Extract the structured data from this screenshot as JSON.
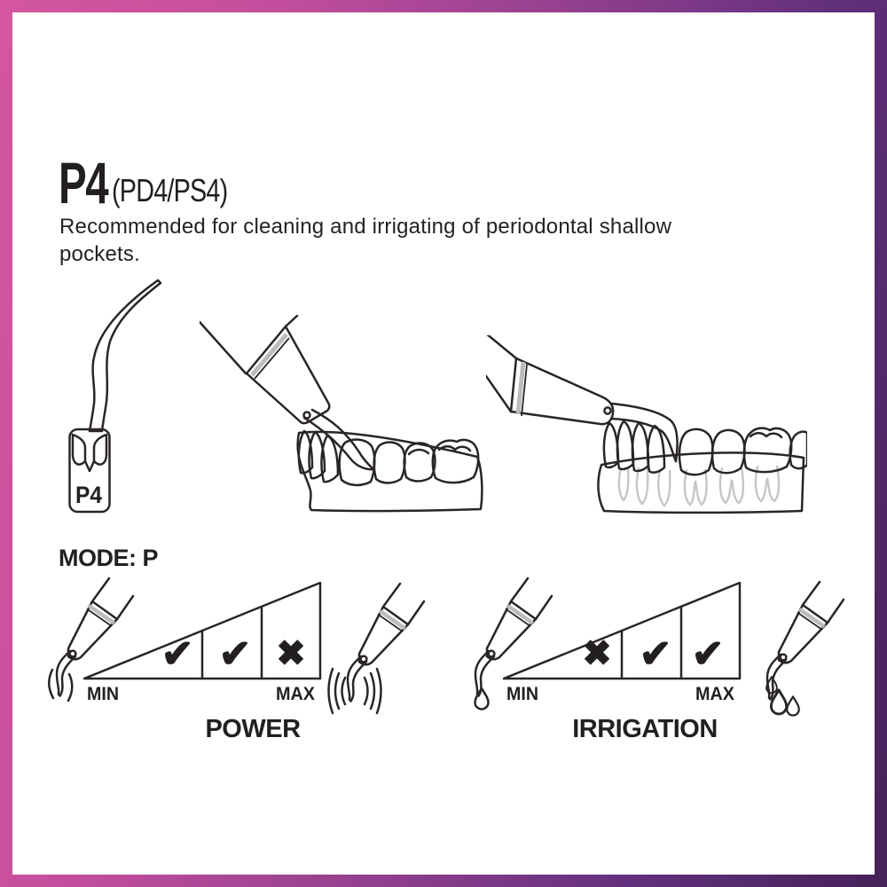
{
  "product": {
    "code": "P4",
    "variants": "(PD4/PS4)",
    "description_line1": "Recommended for cleaning and irrigating of periodontal shallow",
    "description_line2": "pockets.",
    "tip_label": "P4",
    "mode_label": "MODE: P"
  },
  "illustrations": {
    "left": "scaler-tip-p4",
    "middle": "tip-used-on-teeth-angled",
    "right": "tip-used-in-pocket-horizontal"
  },
  "gauges": [
    {
      "name": "power",
      "label": "POWER",
      "min_label": "MIN",
      "max_label": "MAX",
      "cells": [
        {
          "name": "check",
          "glyph": "✔"
        },
        {
          "name": "check",
          "glyph": "✔"
        },
        {
          "name": "cross",
          "glyph": "✖"
        }
      ],
      "left_icon": "handpiece-low-vibration-icon",
      "right_icon": "handpiece-high-vibration-icon"
    },
    {
      "name": "irrigation",
      "label": "IRRIGATION",
      "min_label": "MIN",
      "max_label": "MAX",
      "cells": [
        {
          "name": "cross",
          "glyph": "✖"
        },
        {
          "name": "check",
          "glyph": "✔"
        },
        {
          "name": "check",
          "glyph": "✔"
        }
      ],
      "left_icon": "handpiece-single-drop-icon",
      "right_icon": "handpiece-multi-drop-icon"
    }
  ],
  "colors": {
    "frame_gradient_start": "#d4569f",
    "frame_gradient_end": "#462258",
    "ink": "#2a2526",
    "gum_gray": "#e6e6e8",
    "root_gray": "#c6c6c9",
    "stripe_gray": "#bcbcbe"
  }
}
